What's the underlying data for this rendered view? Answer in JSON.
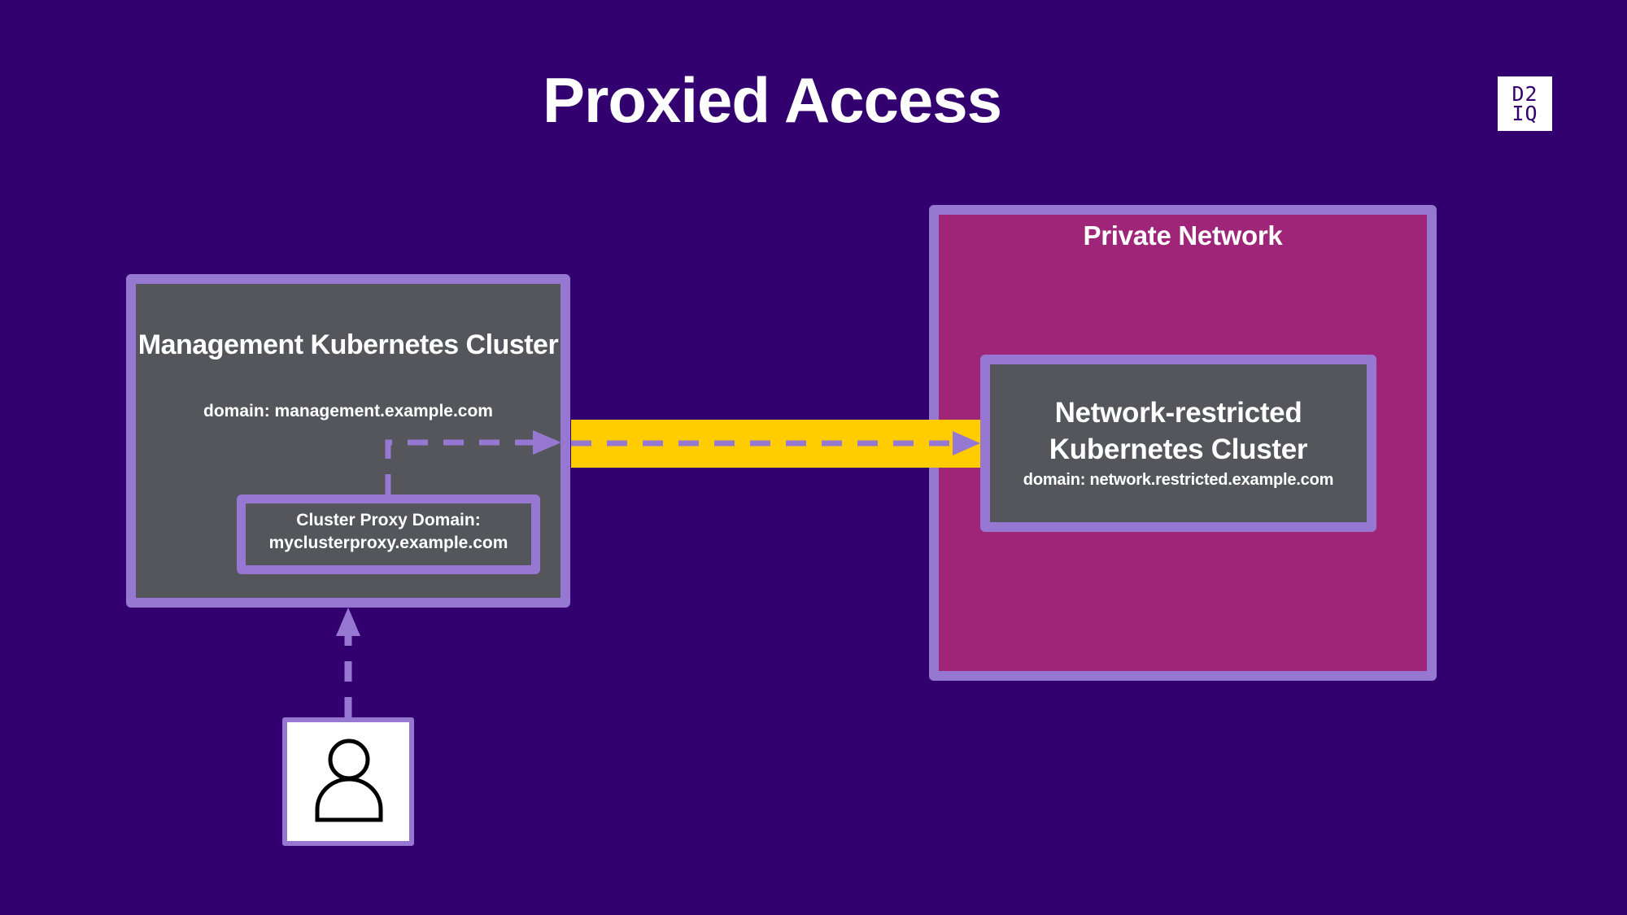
{
  "slide": {
    "title": "Proxied Access",
    "logo": {
      "line1": "D2",
      "line2": "IQ",
      "icon": "d2iq-logo"
    }
  },
  "colors": {
    "background": "#33006f",
    "border_lavender": "#9678d3",
    "cluster_gray": "#55565b",
    "private_network_magenta": "#9e2577",
    "tunnel_yellow": "#ffcc00",
    "text": "#ffffff"
  },
  "management_cluster": {
    "title": "Management Kubernetes Cluster",
    "domain": "domain: management.example.com",
    "proxy": {
      "label": "Cluster Proxy Domain:",
      "domain": "myclusterproxy.example.com"
    }
  },
  "private_network": {
    "title": "Private Network",
    "cluster": {
      "title": "Network-restricted Kubernetes Cluster",
      "domain": "domain: network.restricted.example.com"
    }
  },
  "user": {
    "icon": "person-icon"
  },
  "connections": [
    {
      "from": "user",
      "to": "management_cluster",
      "style": "dashed-arrow"
    },
    {
      "from": "cluster_proxy",
      "to": "management_cluster_edge",
      "style": "dashed-arrow"
    },
    {
      "from": "management_cluster",
      "to": "network_restricted_cluster",
      "style": "dashed-arrow-through-tunnel"
    }
  ]
}
